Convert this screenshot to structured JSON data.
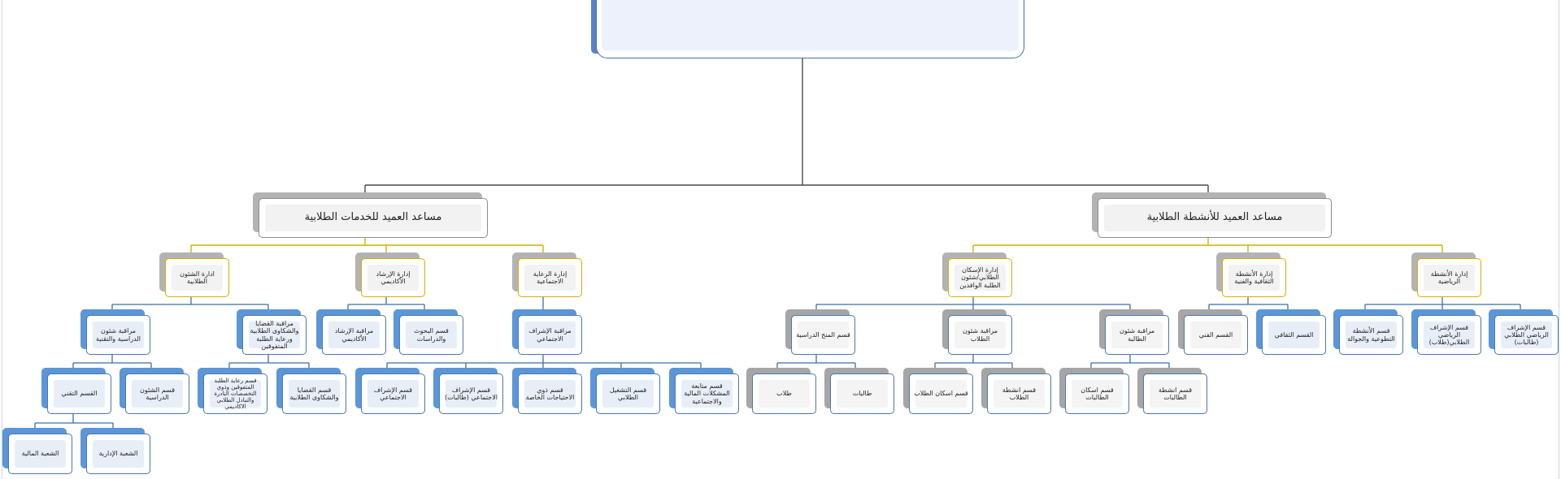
{
  "chart": {
    "top": "",
    "assistants": {
      "services": "مساعد العميد للخدمات الطلابية",
      "activities": "مساعد العميد للأنشطة الطلابية"
    },
    "services_depts": {
      "affairs": "ادارة الشئون الطلابية",
      "guidance": "إدارة الإرشاد الأكاديمي",
      "social": "إدارة الرعاية الاجتماعية"
    },
    "activities_depts": {
      "housing": "إدارة الإسكان الطلابي/شئون الطلبة الوافدين",
      "cultural": "إدارة الأنشطة الثقافية والفنية",
      "sports": "إدارة الأنشطة الرياضية"
    },
    "level3": {
      "study_affairs_monitor": "مراقبة شئون الدراسية والتقنية",
      "complaints_monitor": "مراقبة القضايا والشكاوى الطلابية ورعاية الطلبة المتفوقين",
      "guidance_monitor": "مراقبة الإرشاد الأكاديمي",
      "research": "قسم البحوث والدراسات",
      "social_monitor": "مراقبة الإشراف الاجتماعي",
      "scholarships": "قسم المنح الدراسية",
      "students_affairs_monitor": "مراقبة شئون الطلاب",
      "female_affairs_monitor": "مراقبة شئون الطالبة",
      "arts": "القسم الفني",
      "culture": "القسم الثقافي",
      "volunteer": "قسم الأنشطة التطوعية والجوالة",
      "sport_male": "قسم الإشراف الرياضي الطلابي(طلاب)",
      "sport_female": "قسم الإشراف الرياضي الطلابي (طالبات)"
    },
    "level4": {
      "technical": "القسم التقني",
      "study": "قسم الشئون الدراسية",
      "gifted": "قسم رعاية الطلبة المتفوقين وذوي التخصصات النادرة والتبادل الطلابي الاكاديمي",
      "complaints": "قسم القضايا والشكاوى الطلابية",
      "social_supervision": "قسم الإشراف الاجتماعي",
      "social_supervision_female": "قسم الإشراف الاجتماعي (طالبات)",
      "special_needs": "قسم ذوي الاحتياجات الخاصة",
      "employment": "قسم التشغيل الطلابي",
      "financial": "قسم متابعة المشكلات المالية والاجتماعية",
      "male": "طلاب",
      "female": "طالبات",
      "male_housing": "قسم اسكان الطلاب",
      "male_activities": "قسم انشطة الطلاب",
      "female_housing": "قسم اسكان الطالبات",
      "female_activities": "قسم انشطة الطالبات"
    },
    "level5": {
      "finance_div": "الشعبة المالية",
      "admin_div": "الشعبة الإدارية"
    },
    "colors": {
      "connector": "#4a4a4a",
      "gold_connector": "#d4b000",
      "blue_connector": "#3b6ea8",
      "blue_shadow": "#5b96d9",
      "gray_shadow": "#b3b3b3"
    }
  }
}
